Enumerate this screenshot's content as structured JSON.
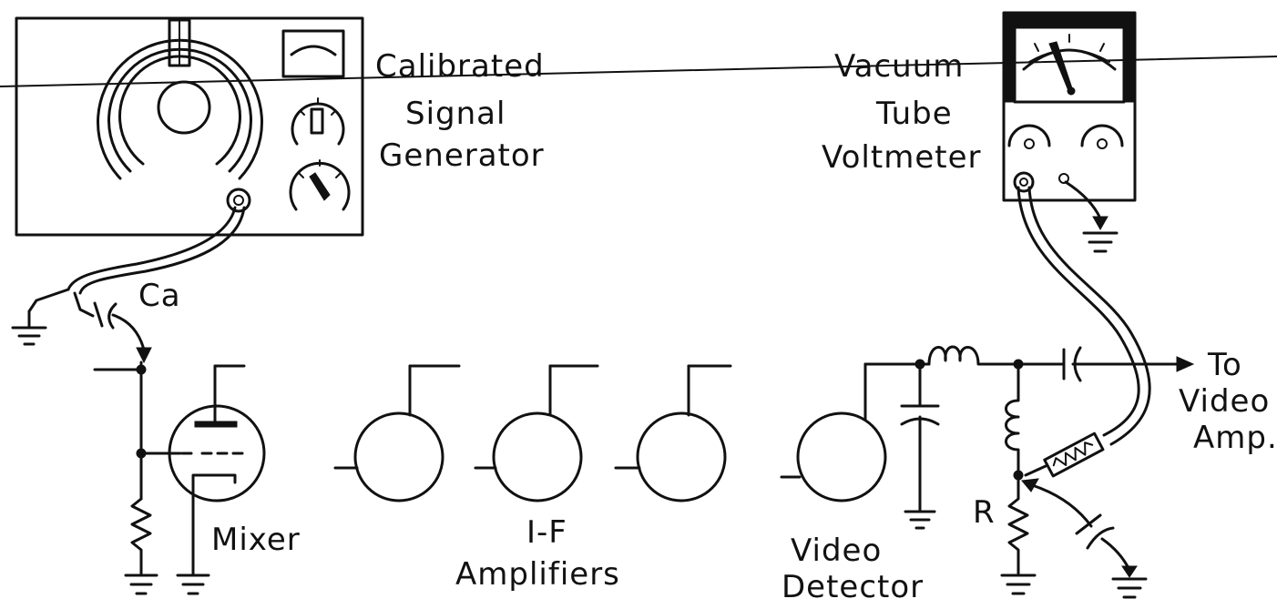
{
  "labels": {
    "signal_generator": [
      "Calibrated",
      "Signal",
      "Generator"
    ],
    "voltmeter": [
      "Vacuum",
      "Tube",
      "Voltmeter"
    ],
    "coupling_capacitor": "Ca",
    "mixer": "Mixer",
    "if_amplifiers": [
      "I-F",
      "Amplifiers"
    ],
    "video_detector": [
      "Video",
      "Detector"
    ],
    "resistor": "R",
    "output": [
      "To",
      "Video",
      "Amp."
    ]
  }
}
